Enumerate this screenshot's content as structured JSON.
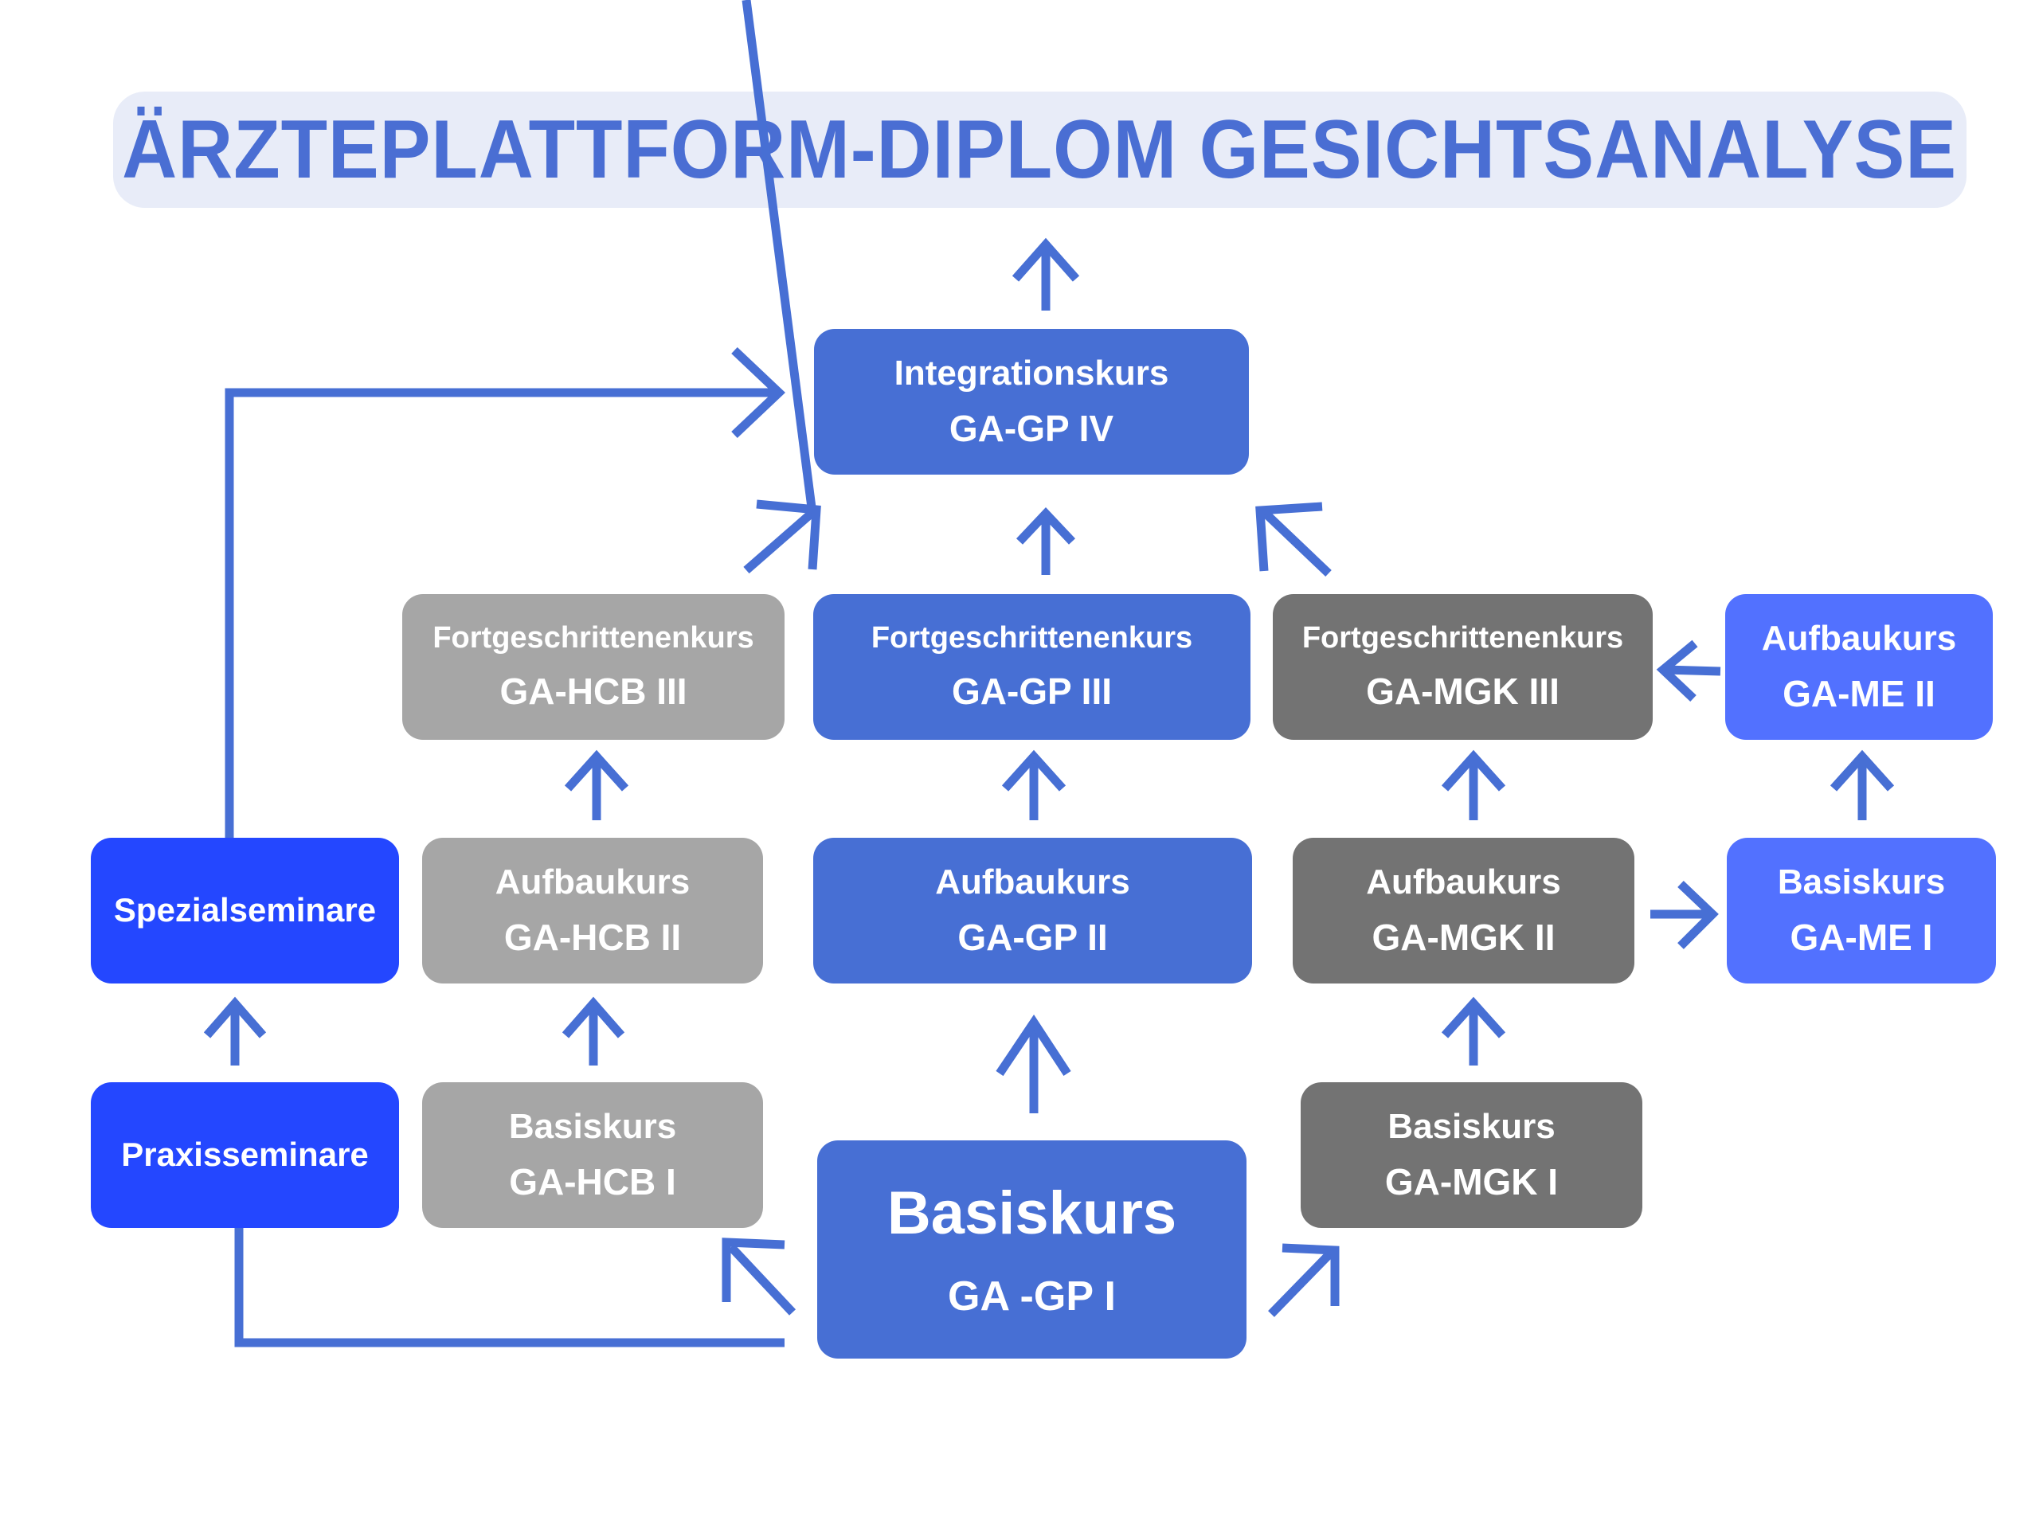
{
  "title": "ÄRZTEPLATTFORM-DIPLOM GESICHTSANALYSE",
  "colors": {
    "primary_blue": "#476FD4",
    "light_gray": "#A6A6A6",
    "dark_gray": "#737373",
    "me_blue": "#5271FF",
    "seminar_blue": "#2447FF",
    "title_bg": "#E8ECF8"
  },
  "boxes": {
    "integration": {
      "label": "Integrationskurs",
      "code": "GA-GP IV"
    },
    "hcb3": {
      "label": "Fortgeschrittenenkurs",
      "code": "GA-HCB III"
    },
    "gp3": {
      "label": "Fortgeschrittenenkurs",
      "code": "GA-GP III"
    },
    "mgk3": {
      "label": "Fortgeschrittenenkurs",
      "code": "GA-MGK III"
    },
    "me2": {
      "label": "Aufbaukurs",
      "code": "GA-ME II"
    },
    "spezial": {
      "label": "Spezialseminare"
    },
    "hcb2": {
      "label": "Aufbaukurs",
      "code": "GA-HCB II"
    },
    "gp2": {
      "label": "Aufbaukurs",
      "code": "GA-GP II"
    },
    "mgk2": {
      "label": "Aufbaukurs",
      "code": "GA-MGK II"
    },
    "me1": {
      "label": "Basiskurs",
      "code": "GA-ME I"
    },
    "praxis": {
      "label": "Praxisseminare"
    },
    "hcb1": {
      "label": "Basiskurs",
      "code": "GA-HCB I"
    },
    "gp1": {
      "label": "Basiskurs",
      "code": "GA -GP I"
    },
    "mgk1": {
      "label": "Basiskurs",
      "code": "GA-MGK I"
    }
  }
}
